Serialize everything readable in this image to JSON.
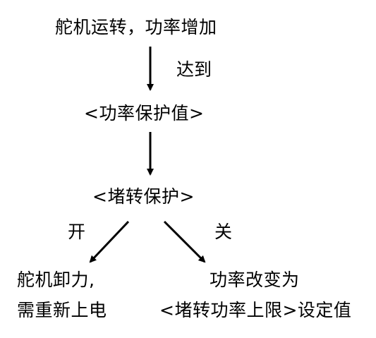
{
  "diagram": {
    "nodes": {
      "start": "舵机运转，功率增加",
      "power_protection": "<功率保护值>",
      "stall_protection": "<堵转保护>",
      "unload_line1": "舵机卸力,",
      "unload_line2": "需重新上电",
      "change_power_line1": "功率改变为",
      "change_power_line2": "<堵转功率上限>设定值"
    },
    "edge_labels": {
      "reach": "达到",
      "on": "开",
      "off": "关"
    }
  }
}
